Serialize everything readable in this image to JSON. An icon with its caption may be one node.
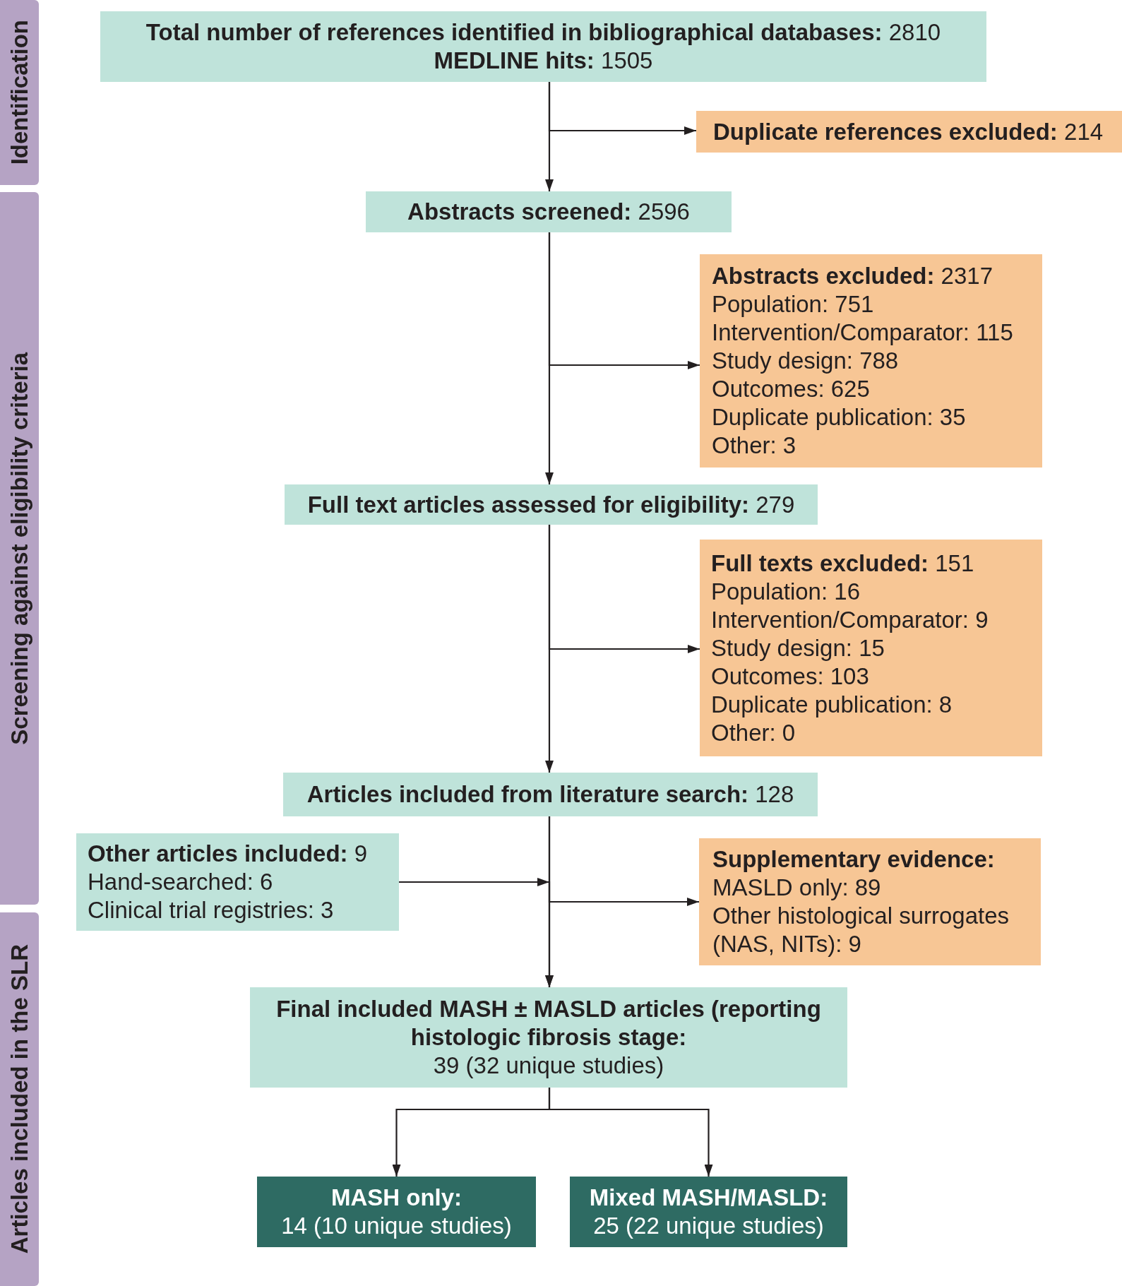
{
  "diagram": {
    "nodes": [
      {
        "text": [
          "**Total number of references identified in bibliographical databases:** 2810",
          "**MEDLINE hits:** 1505"
        ]
      },
      {
        "text": [
          "**Duplicate references excluded:** 214"
        ]
      },
      {
        "text": [
          "**Abstracts screened:** 2596"
        ]
      },
      {
        "text": [
          "**Abstracts excluded:** 2317",
          "Population: 751",
          "Intervention/Comparator: 115",
          "Study design: 788",
          "Outcomes: 625",
          "Duplicate publication: 35",
          "Other: 3"
        ]
      },
      {
        "text": [
          "**Full text articles assessed for eligibility:** 279"
        ]
      },
      {
        "text": [
          "**Full texts excluded:** 151",
          "Population: 16",
          "Intervention/Comparator: 9",
          "Study design: 15",
          "Outcomes: 103",
          "Duplicate publication: 8",
          "Other: 0"
        ]
      },
      {
        "text": [
          "**Articles included from literature search:** 128"
        ]
      },
      {
        "text": [
          "**Other articles included:** 9",
          "Hand-searched: 6",
          "Clinical trial registries: 3"
        ]
      },
      {
        "text": [
          "Supplementary evidence:",
          "MASLD only: 89",
          "Other histological surrogates (NAS, NITs): 9"
        ]
      },
      {
        "text": [
          "Final included MASH ± MASLD articles (reporting histologic fibrosis stage:",
          "39 (32 unique studies)"
        ]
      },
      {
        "text": [
          "MASH only:",
          "14 (10 unique studies)"
        ]
      },
      {
        "text": [
          "Mixed MASH/MASLD:",
          "25 (22 unique studies)"
        ]
      },
      {
        "text": [
          "Identification"
        ]
      },
      {
        "text": [
          "Screening against eligibility criteria"
        ]
      },
      {
        "text": [
          "Articles included in the SLR"
        ]
      }
    ],
    "edges": [
      {
        "from": 0,
        "to": 1,
        "arrow": "to"
      },
      {
        "from": 0,
        "to": 2,
        "arrow": "to"
      },
      {
        "from": 2,
        "to": 3,
        "arrow": "to"
      },
      {
        "from": 2,
        "to": 4,
        "arrow": "to"
      },
      {
        "from": 4,
        "to": 5,
        "arrow": "to"
      },
      {
        "from": 4,
        "to": 6,
        "arrow": "to"
      },
      {
        "from": 6,
        "to": 8,
        "arrow": "to"
      },
      {
        "from": 6,
        "to": 9,
        "arrow": "to"
      },
      {
        "from": 7,
        "to": 9,
        "arrow": "to"
      },
      {
        "from": 9,
        "to": 10,
        "arrow": "to"
      },
      {
        "from": 9,
        "to": 11,
        "arrow": "to"
      }
    ]
  }
}
